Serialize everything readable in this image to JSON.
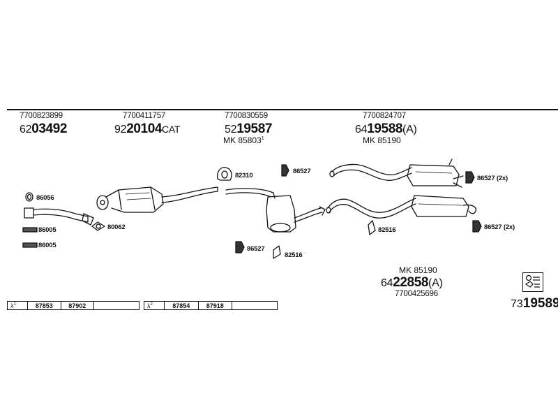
{
  "columns": [
    {
      "oem": "7700823899",
      "prefix": "62",
      "bold": "03492",
      "suffix": "",
      "mk": "",
      "mk_sup": ""
    },
    {
      "oem": "7700411757",
      "prefix": "92",
      "bold": "20104",
      "suffix": "CAT",
      "mk": "",
      "mk_sup": ""
    },
    {
      "oem": "7700830559",
      "prefix": "52",
      "bold": "19587",
      "suffix": "",
      "mk": "MK 85803",
      "mk_sup": "1"
    },
    {
      "oem": "7700824707",
      "prefix": "64",
      "bold": "19588",
      "suffix": "(A)",
      "mk": "MK 85190",
      "mk_sup": ""
    }
  ],
  "labels": {
    "l86056": "86056",
    "l86005a": "86005",
    "l86005b": "86005",
    "l80062": "80062",
    "l82310": "82310",
    "l86527a": "86527",
    "l86527b": "86527",
    "l82516a": "82516",
    "l86527c": "86527 (2x)",
    "l82516b": "82516",
    "l86527d": "86527 (2x)"
  },
  "bottom_part": {
    "mk": "MK 85190",
    "prefix": "64",
    "bold": "22858",
    "suffix": "(A)",
    "oem": "7700425696"
  },
  "lambda_rows": [
    {
      "sym": "λ",
      "sup": "1",
      "a": "87853",
      "b": "87902"
    },
    {
      "sym": "λ",
      "sup": "2",
      "a": "87854",
      "b": "87918"
    }
  ],
  "catalog": {
    "prefix": "73",
    "bold": "19589"
  },
  "icons": [
    "exhaust-pipe-icon",
    "catalytic-converter-icon",
    "muffler-icon",
    "clamp-icon",
    "gasket-icon",
    "hanger-icon",
    "bolt-icon",
    "info-sheet-icon"
  ]
}
